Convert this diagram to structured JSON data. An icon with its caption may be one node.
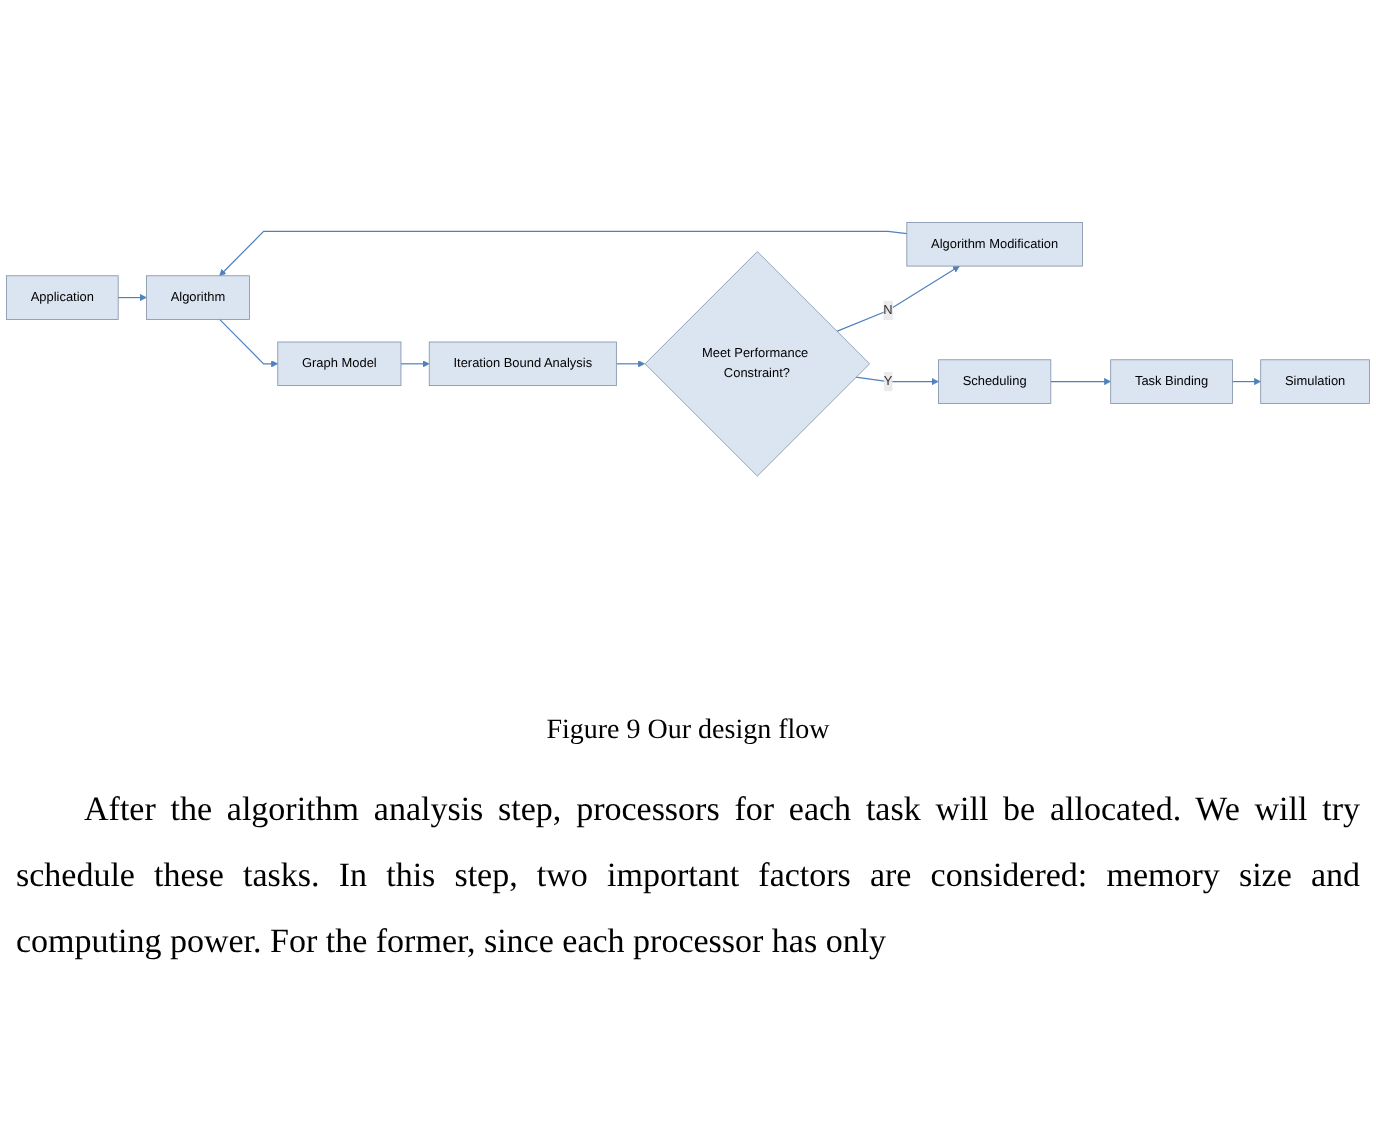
{
  "diagram": {
    "caption": "Figure 9 Our design flow",
    "nodes": [
      {
        "text": [
          "Application"
        ]
      },
      {
        "text": [
          "Algorithm"
        ]
      },
      {
        "text": [
          "Algorithm Modification"
        ]
      },
      {
        "text": [
          "Graph Model"
        ]
      },
      {
        "text": [
          "Iteration Bound Analysis"
        ]
      },
      {
        "text": [
          "Meet Performance Constraint?"
        ]
      },
      {
        "text": [
          "Scheduling"
        ]
      },
      {
        "text": [
          "Task Binding"
        ]
      },
      {
        "text": [
          "Simulation"
        ]
      }
    ],
    "edges": [
      {
        "from": 0,
        "to": 1,
        "arrow": "to"
      },
      {
        "from": 2,
        "to": 1,
        "arrow": "to"
      },
      {
        "from": 1,
        "to": 3,
        "arrow": "to"
      },
      {
        "from": 3,
        "to": 4,
        "arrow": "to"
      },
      {
        "from": 4,
        "to": 5,
        "arrow": "to"
      },
      {
        "from": 5,
        "to": 2,
        "label": "N",
        "arrow": "to"
      },
      {
        "from": 5,
        "to": 6,
        "label": "Y",
        "arrow": "to"
      },
      {
        "from": 6,
        "to": 7,
        "arrow": "to"
      },
      {
        "from": 7,
        "to": 8,
        "arrow": "to"
      }
    ],
    "labels": [
      "After the algorithm analysis step, processors for each task will be allocated. We will try schedule these tasks. In this step, two important factors are considered: memory size and computing power. For the former, since each processor has only"
    ]
  }
}
